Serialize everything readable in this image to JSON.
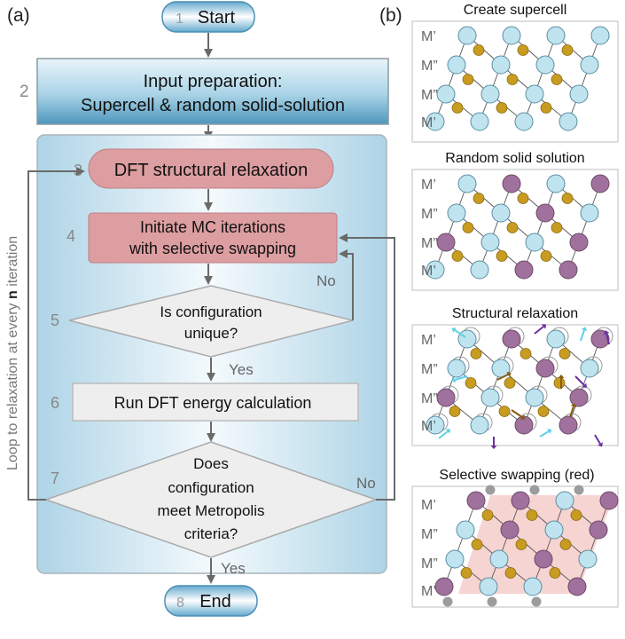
{
  "panel_a": {
    "label": "(a)",
    "start": {
      "number": "1",
      "text": "Start"
    },
    "step2": {
      "number": "2",
      "line1": "Input preparation:",
      "line2": "Supercell & random solid-solution"
    },
    "step3": {
      "number": "3",
      "text": "DFT structural relaxation"
    },
    "step4": {
      "number": "4",
      "line1": "Initiate MC iterations",
      "line2": "with selective swapping"
    },
    "step5": {
      "number": "5",
      "line1": "Is configuration",
      "line2": "unique?"
    },
    "step6": {
      "number": "6",
      "text": "Run DFT energy calculation"
    },
    "step7": {
      "number": "7",
      "line1": "Does",
      "line2": "configuration",
      "line3": "meet Metropolis",
      "line4": "criteria?"
    },
    "end": {
      "number": "8",
      "text": "End"
    },
    "labels": {
      "no_unique": "No",
      "yes_unique": "Yes",
      "no_metropolis": "No",
      "yes_metropolis": "Yes"
    },
    "loop": {
      "prefix": "Loop to relaxation at every ",
      "n": "n",
      "suffix": " iteration"
    }
  },
  "panel_b": {
    "label": "(b)",
    "rows": [
      "M’",
      "M”",
      "M”",
      "M’"
    ],
    "titles": [
      "Create supercell",
      "Random solid solution",
      "Structural relaxation",
      "Selective swapping (red)"
    ]
  },
  "colors": {
    "blue_box": "#a9d3e6",
    "pink_box": "#dd9ea2",
    "gray_box": "#eeeeee",
    "atom_light": "#bfe3ef",
    "atom_purple": "#a0719c",
    "atom_gold": "#c89b21",
    "swap_region": "#f6d4d2",
    "arrow_cyan": "#5fd0e8",
    "arrow_purple": "#6b2fa0",
    "arrow_brown": "#8a5a12"
  }
}
